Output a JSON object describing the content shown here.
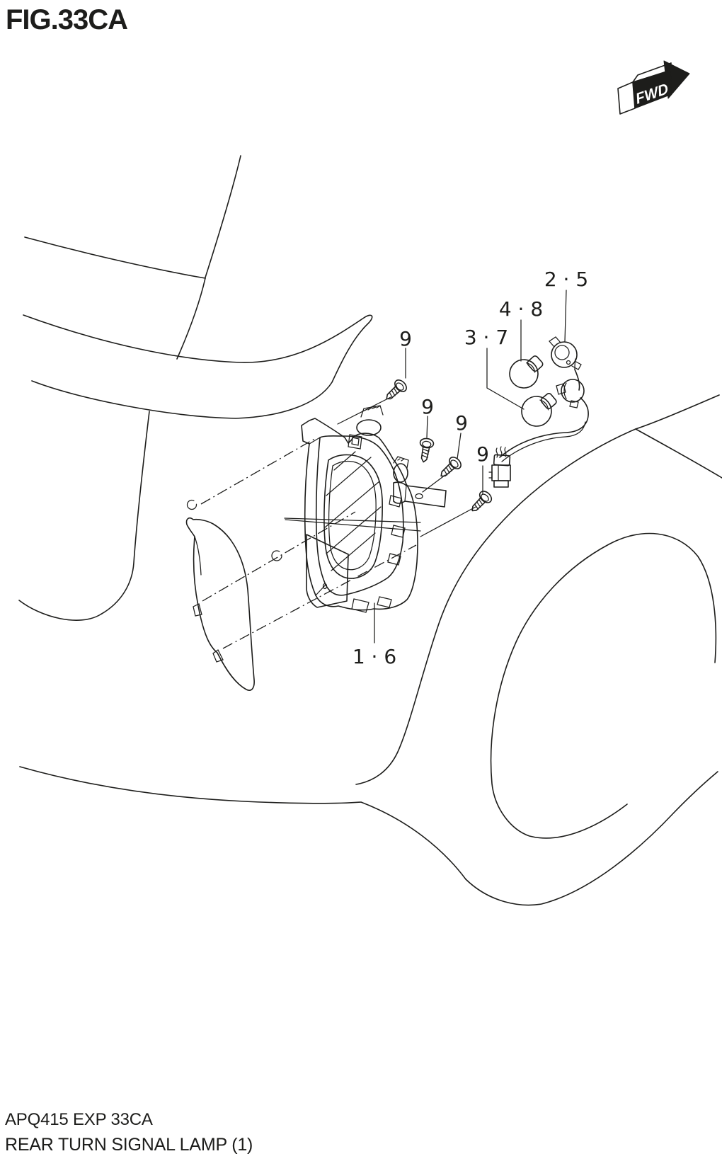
{
  "figure": {
    "title": "FIG.33CA"
  },
  "direction_indicator": {
    "label": "FWD"
  },
  "callouts": {
    "lamp_assembly": "1 · 6",
    "bulb_socket_harness": "2 · 5",
    "bulb_lower": "3 · 7",
    "bulb_upper": "4 · 8",
    "screw": "9"
  },
  "footer": {
    "model_code": "APQ415 EXP 33CA",
    "part_title": "REAR TURN SIGNAL LAMP (1)"
  },
  "colors": {
    "line": "#1d1d1b",
    "background": "#ffffff"
  }
}
